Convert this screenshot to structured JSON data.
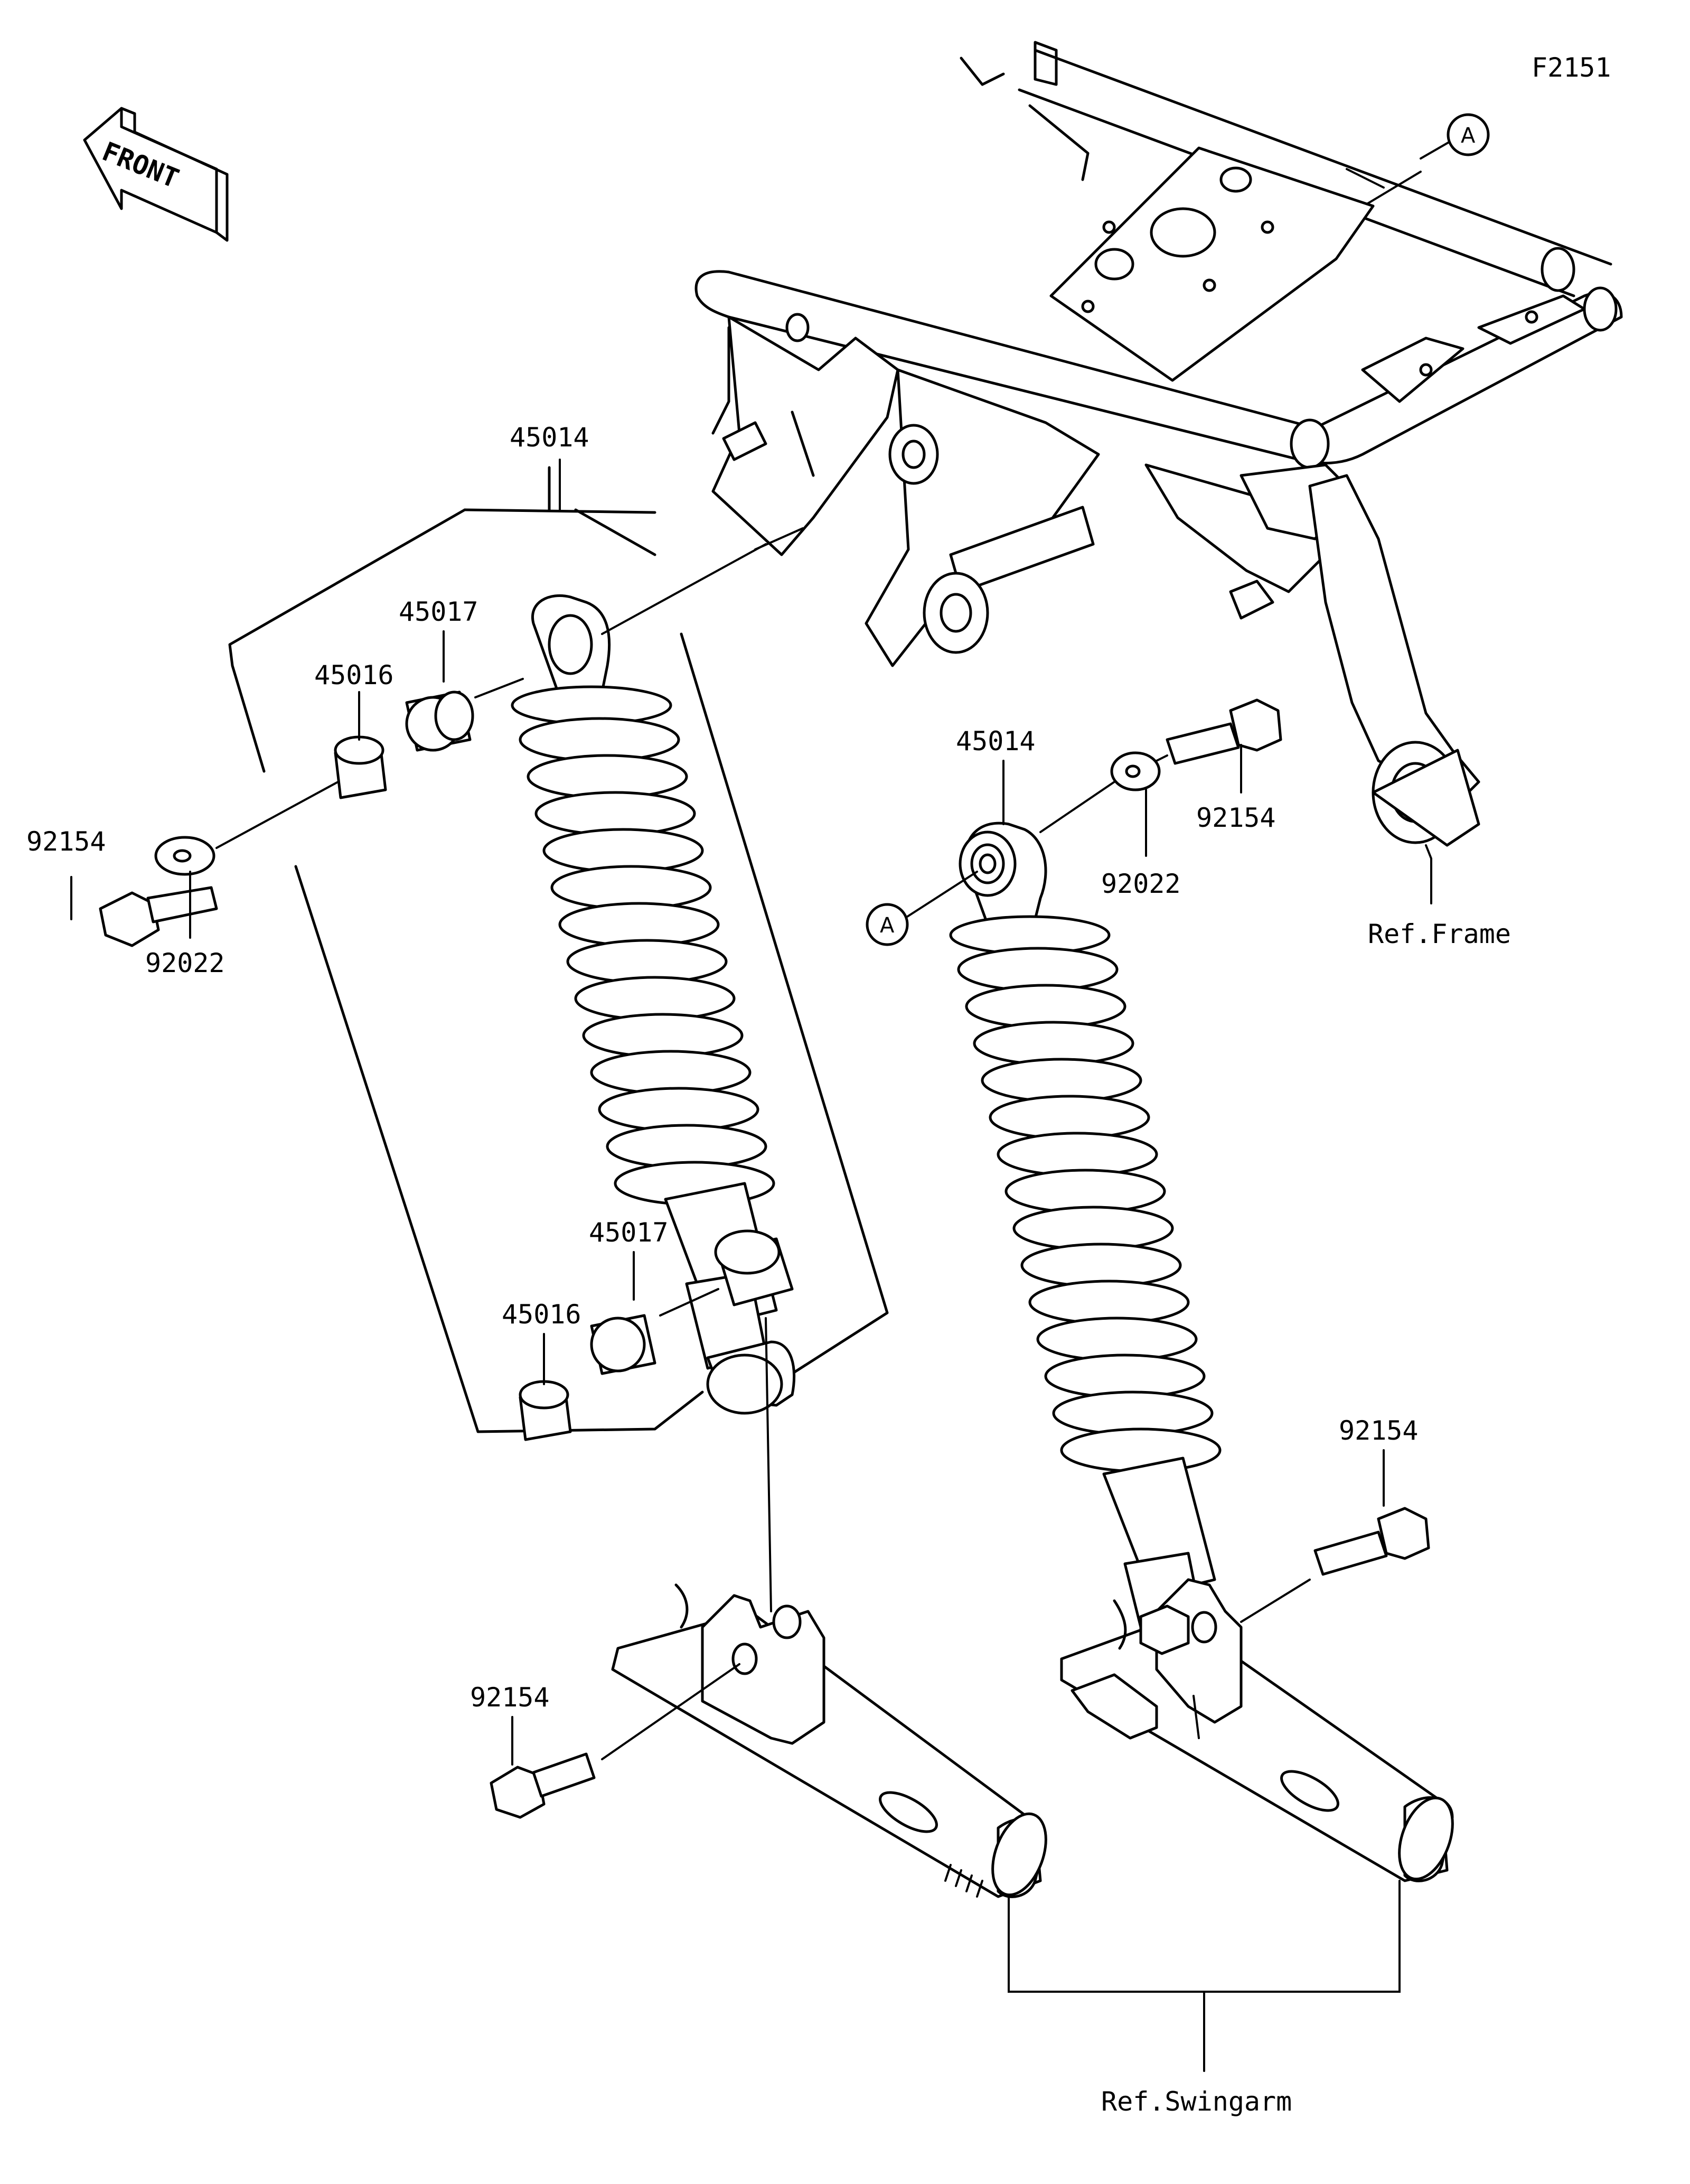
{
  "figure_code": "F2151",
  "front_label": "FRONT",
  "callout_letter": "A",
  "parts": {
    "shock_absorber": "45014",
    "bushing": "45016",
    "collar": "45017",
    "bolt": "92154",
    "washer": "92022"
  },
  "refs": {
    "frame": "Ref.Frame",
    "swingarm": "Ref.Swingarm"
  }
}
